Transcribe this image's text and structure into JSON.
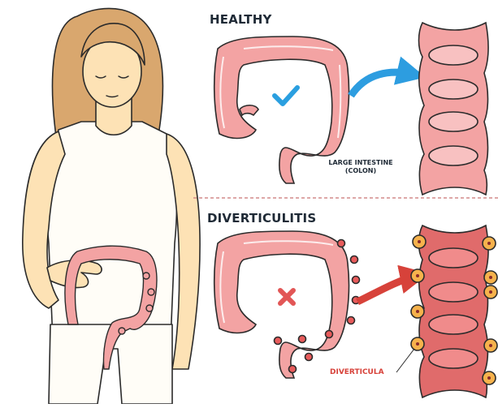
{
  "sections": {
    "healthy": {
      "title": "HEALTHY",
      "organ_label_line1": "LARGE INTESTINE",
      "organ_label_line2": "(COLON)",
      "status_icon": "check-icon"
    },
    "diseased": {
      "title": "DIVERTICULITIS",
      "pouch_label": "DIVERTICULA",
      "status_icon": "cross-icon"
    }
  },
  "colors": {
    "skin": "#fde2b5",
    "hair": "#d9a76e",
    "tissue": "#f3a3a3",
    "tissue_dark": "#e06b6b",
    "inflamed": "#e85b5b",
    "pouch": "#f6b24c",
    "arrow": "#2d9de0",
    "arrow_red": "#d7423a",
    "check": "#2a9fe0",
    "cross": "#e25656"
  }
}
